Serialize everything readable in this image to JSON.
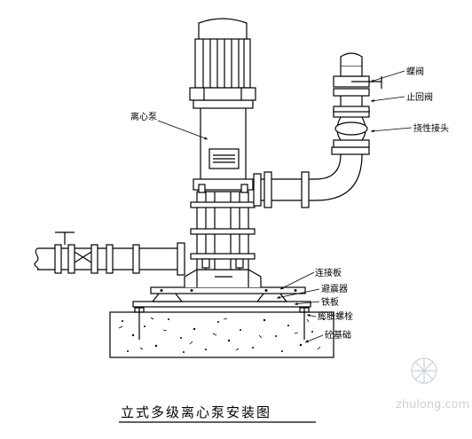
{
  "diagram": {
    "caption": "立式多级离心泵安装图",
    "labels": {
      "centrifugal_pump": "离心泵",
      "butterfly_valve": "蝶阀",
      "check_valve": "止回阀",
      "flexible_joint": "挠性接头",
      "connecting_plate": "连接板",
      "damper": "避震器",
      "iron_plate": "铁板",
      "expansion_bolt": "膨胀螺栓",
      "concrete_base": "砼基础"
    },
    "watermark": "zhulong.com"
  }
}
